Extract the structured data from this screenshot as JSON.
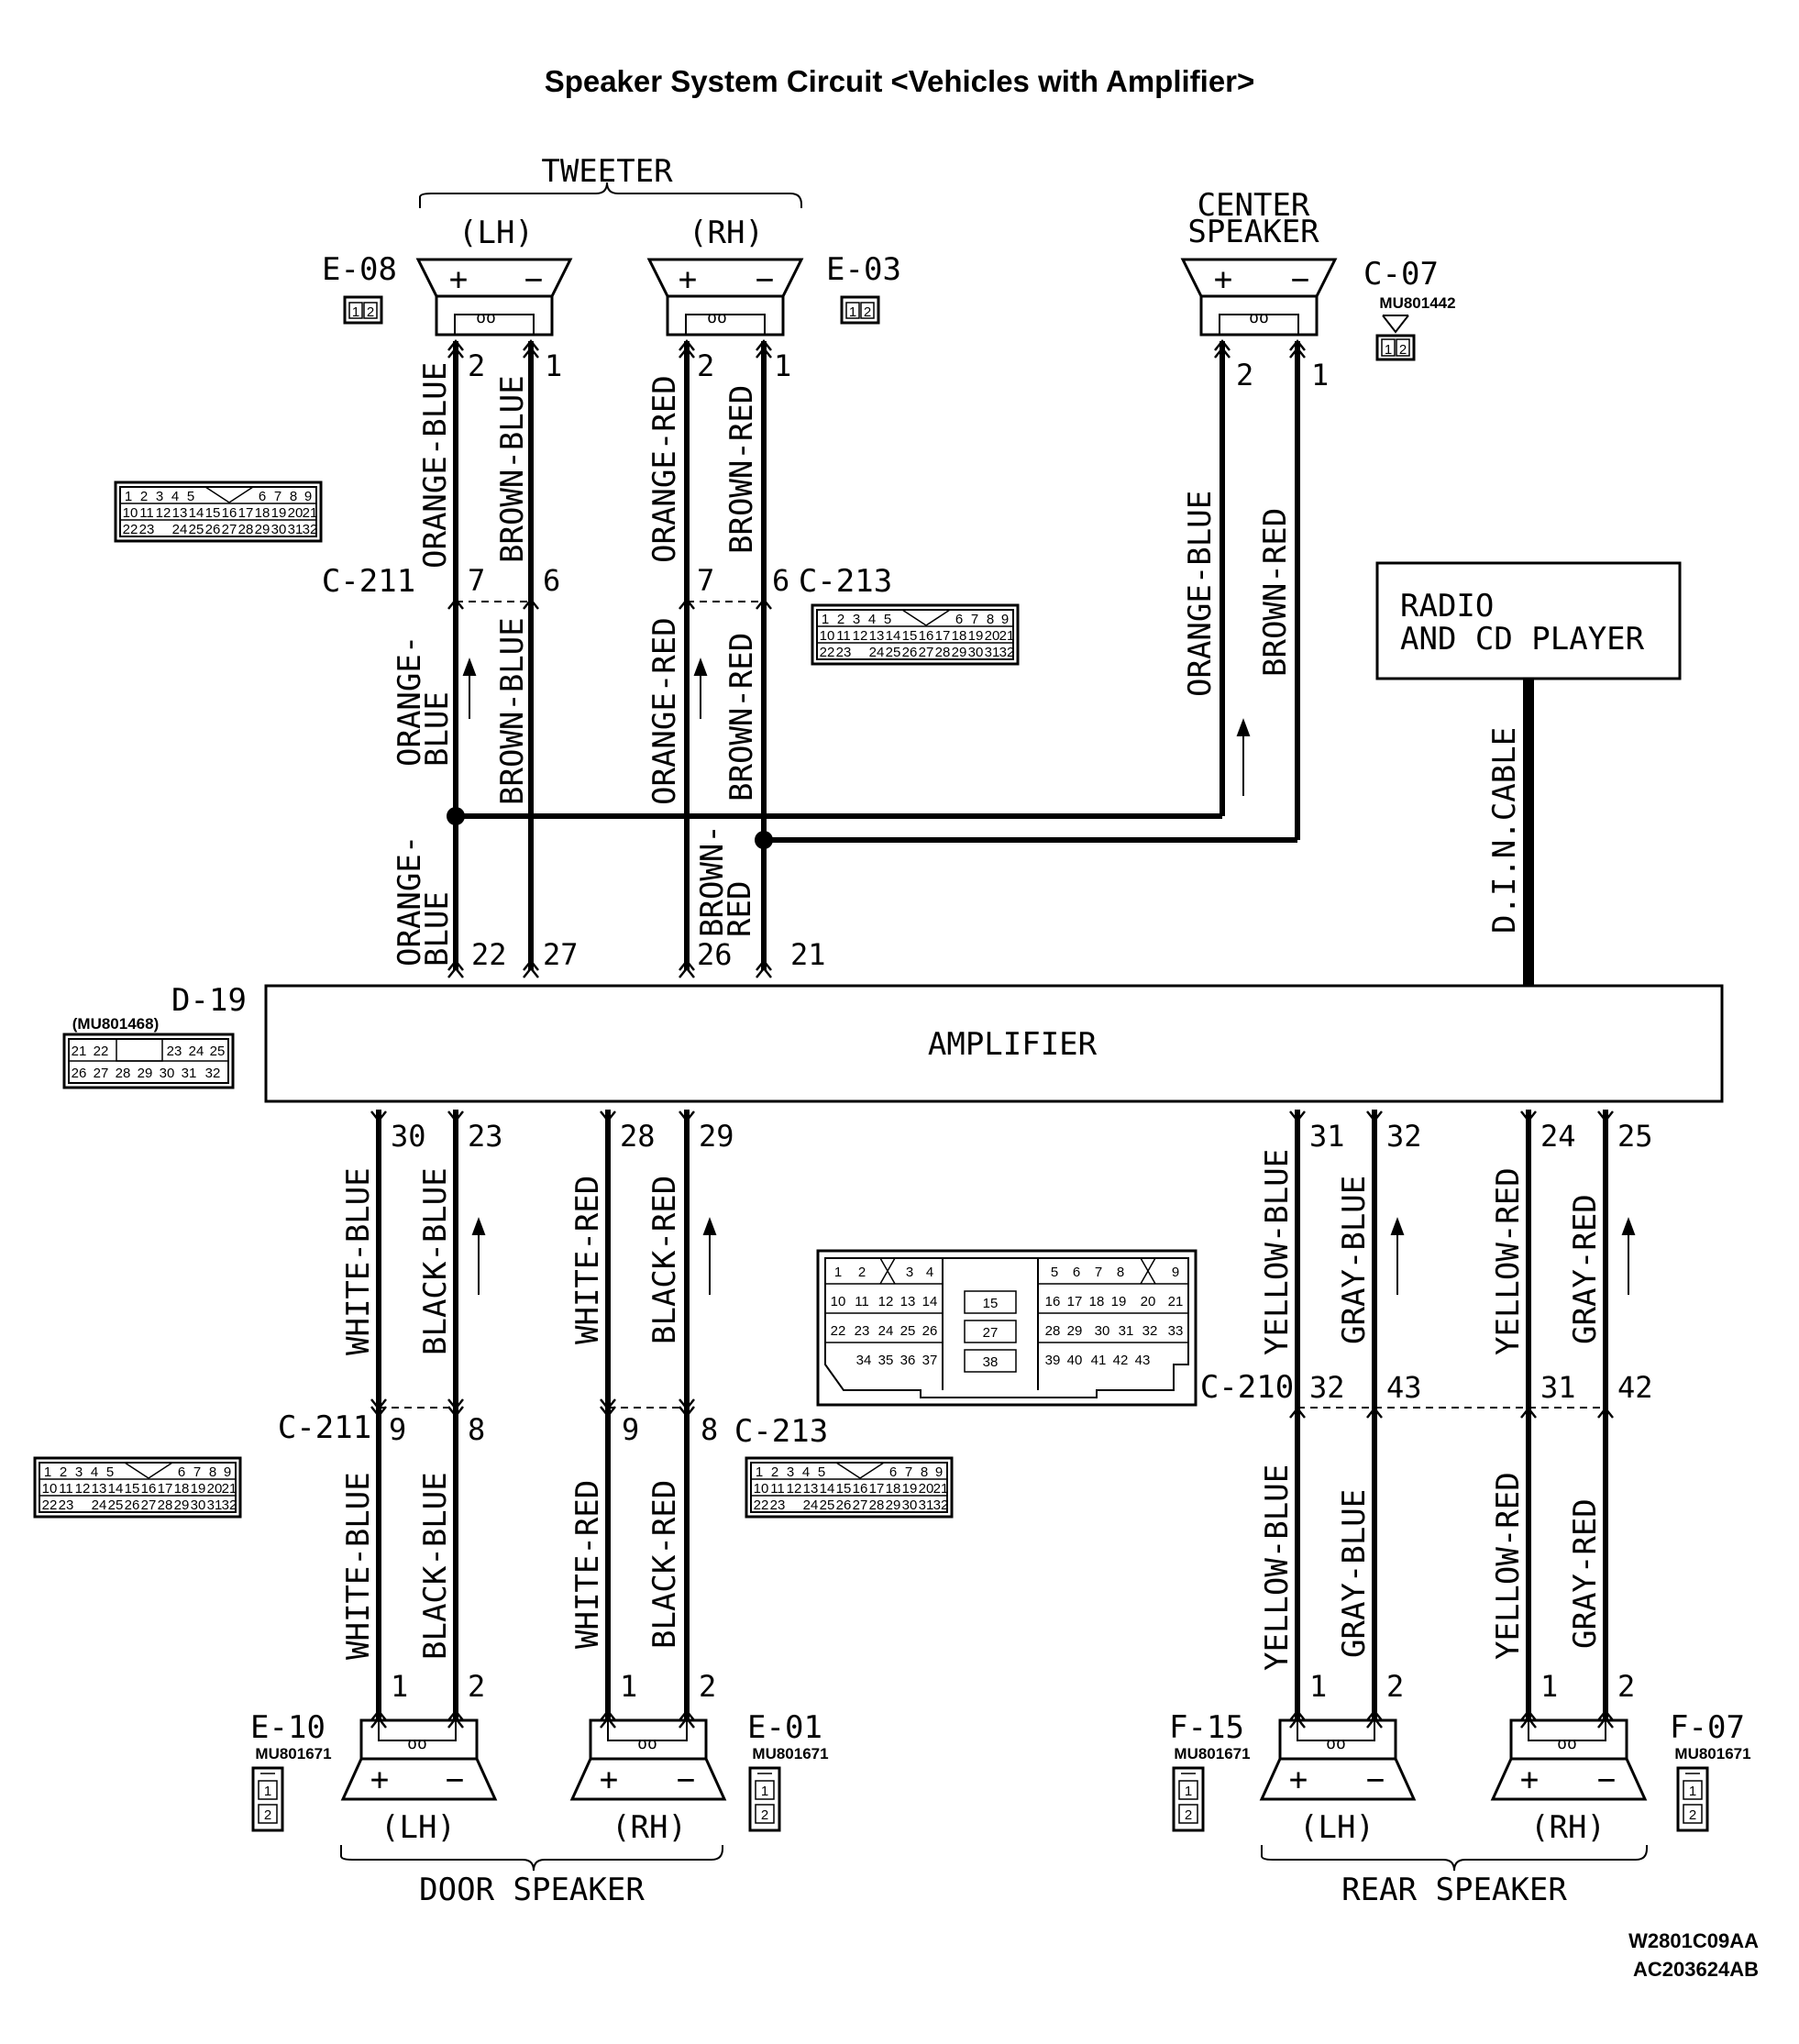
{
  "title": "Speaker System Circuit <Vehicles with Amplifier>",
  "tweeter": {
    "group": "TWEETER",
    "lh": "(LH)",
    "rh": "(RH)"
  },
  "center": {
    "line1": "CENTER",
    "line2": "SPEAKER"
  },
  "connectors": {
    "e08": "E-08",
    "e03": "E-03",
    "c07": "C-07",
    "c07_part": "MU801442",
    "c211_top": "C-211",
    "c213_top": "C-213",
    "d19": "D-19",
    "d19_part": "(MU801468)",
    "c211_bot": "C-211",
    "c213_bot": "C-213",
    "c210": "C-210",
    "e10": "E-10",
    "e01": "E-01",
    "f15": "F-15",
    "f07": "F-07",
    "speaker_part": "MU801671"
  },
  "plus": "+",
  "minus": "−",
  "radio": {
    "line1": "RADIO",
    "line2": "AND CD PLAYER"
  },
  "din_cable": "D.I.N.CABLE",
  "amplifier": "AMPLIFIER",
  "wires": {
    "orange_blue": "ORANGE-BLUE",
    "brown_blue": "BROWN-BLUE",
    "orange_red": "ORANGE-RED",
    "brown_red": "BROWN-RED",
    "orange_dash": "ORANGE-",
    "blue": "BLUE",
    "brown_dash": "BROWN-",
    "red": "RED",
    "white_blue": "WHITE-BLUE",
    "black_blue": "BLACK-BLUE",
    "white_red": "WHITE-RED",
    "black_red": "BLACK-RED",
    "yellow_blue": "YELLOW-BLUE",
    "gray_blue": "GRAY-BLUE",
    "yellow_red": "YELLOW-RED",
    "gray_red": "GRAY-RED"
  },
  "pins": {
    "tw_lh_2": "2",
    "tw_lh_1": "1",
    "tw_rh_2": "2",
    "tw_rh_1": "1",
    "ctr_2": "2",
    "ctr_1": "1",
    "c211t_7": "7",
    "c211t_6": "6",
    "c213t_7": "7",
    "c213t_6": "6",
    "amp_22": "22",
    "amp_27": "27",
    "amp_26": "26",
    "amp_21": "21",
    "amp_30": "30",
    "amp_23": "23",
    "amp_28": "28",
    "amp_29": "29",
    "amp_31": "31",
    "amp_32": "32",
    "amp_24": "24",
    "amp_25": "25",
    "c211b_9": "9",
    "c211b_8": "8",
    "c213b_9": "9",
    "c213b_8": "8",
    "c210_32": "32",
    "c210_43": "43",
    "c210_31": "31",
    "c210_42": "42",
    "e10_1": "1",
    "e10_2": "2",
    "e01_1": "1",
    "e01_2": "2",
    "f15_1": "1",
    "f15_2": "2",
    "f07_1": "1",
    "f07_2": "2"
  },
  "door": {
    "lh": "(LH)",
    "rh": "(RH)",
    "group": "DOOR SPEAKER"
  },
  "rear": {
    "lh": "(LH)",
    "rh": "(RH)",
    "group": "REAR SPEAKER"
  },
  "footer": {
    "code1": "W2801C09AA",
    "code2": "AC203624AB"
  },
  "connector_cells": {
    "c32_row1": [
      "1",
      "2",
      "3",
      "4",
      "5",
      "6",
      "7",
      "8",
      "9"
    ],
    "c32_row2": [
      "10",
      "11",
      "12",
      "13",
      "14",
      "15",
      "16",
      "17",
      "18",
      "19",
      "20",
      "21"
    ],
    "c32_row3": [
      "22",
      "23",
      "24",
      "25",
      "26",
      "27",
      "28",
      "29",
      "30",
      "31",
      "32"
    ],
    "d19_row1": [
      "21",
      "22",
      "23",
      "24",
      "25"
    ],
    "d19_row2": [
      "26",
      "27",
      "28",
      "29",
      "30",
      "31",
      "32"
    ],
    "c210_row1": [
      "1",
      "2",
      "3",
      "4",
      "5",
      "6",
      "7",
      "8",
      "9"
    ],
    "c210_row2": [
      "10",
      "11",
      "12",
      "13",
      "14",
      "15",
      "16",
      "17",
      "18",
      "19",
      "20",
      "21"
    ],
    "c210_row3": [
      "22",
      "23",
      "24",
      "25",
      "26",
      "27",
      "28",
      "29",
      "30",
      "31",
      "32",
      "33"
    ],
    "c210_row4": [
      "34",
      "35",
      "36",
      "37",
      "38",
      "39",
      "40",
      "41",
      "42",
      "43"
    ],
    "pin_pair": [
      "1",
      "2"
    ]
  }
}
